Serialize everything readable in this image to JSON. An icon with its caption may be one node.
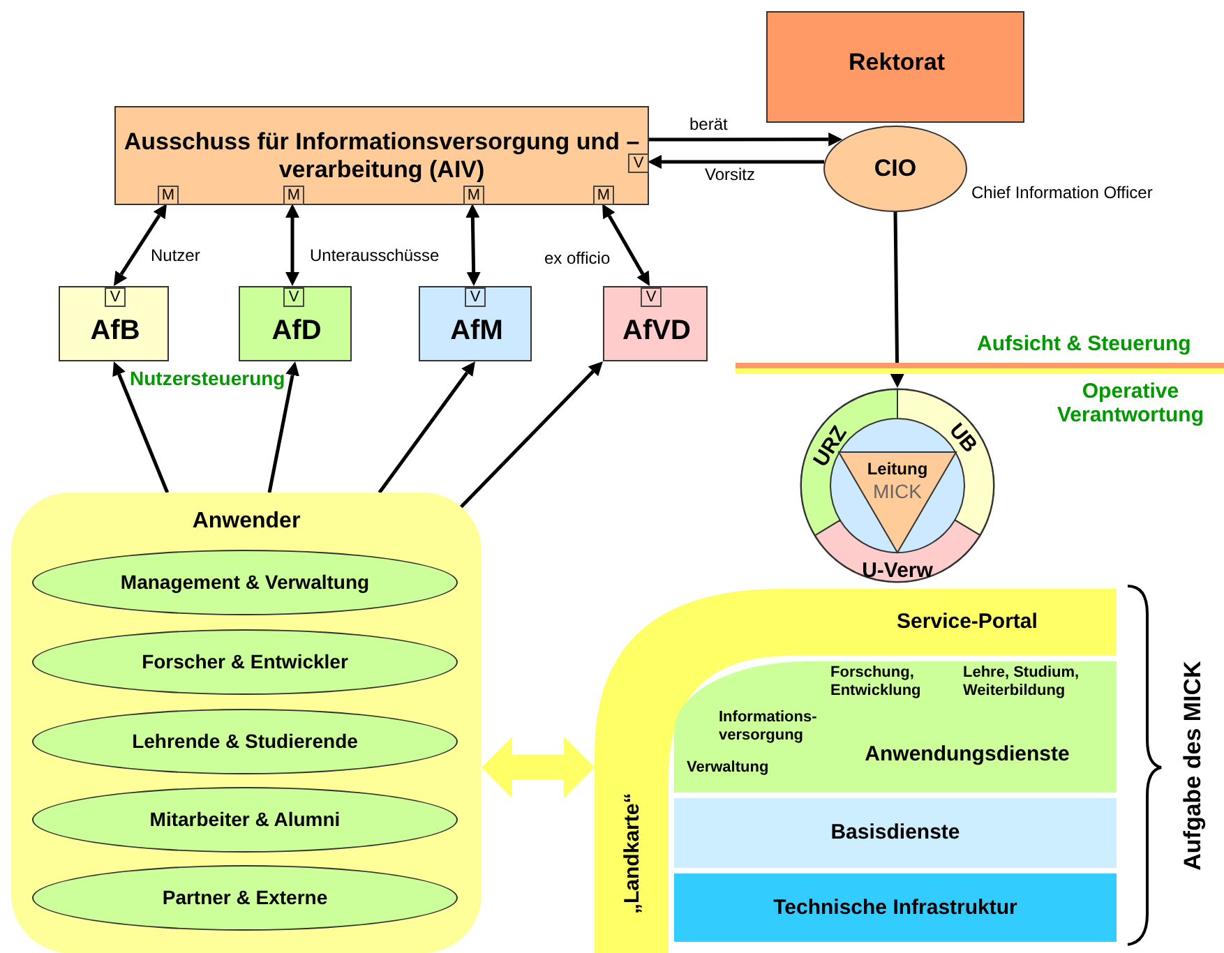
{
  "diagram": {
    "nodes": [
      {
        "text": [
          "Rektorat"
        ]
      },
      {
        "text": [
          "CIO"
        ],
        "beside": [
          "Chief Information Officer"
        ]
      },
      {
        "text": [
          "Ausschuss für Informationsversorgung und –verarbeitung (AIV)"
        ]
      },
      {
        "text": [
          "M"
        ],
        "in": 2
      },
      {
        "text": [
          "M"
        ],
        "in": 2
      },
      {
        "text": [
          "M"
        ],
        "in": 2
      },
      {
        "text": [
          "M"
        ],
        "in": 2
      },
      {
        "text": [
          "V"
        ],
        "in": 2
      },
      {
        "text": [
          "AfB"
        ]
      },
      {
        "text": [
          "V"
        ],
        "in": 8
      },
      {
        "text": [
          "AfD"
        ]
      },
      {
        "text": [
          "V"
        ],
        "in": 10
      },
      {
        "text": [
          "AfM"
        ]
      },
      {
        "text": [
          "V"
        ],
        "in": 12
      },
      {
        "text": [
          "AfVD"
        ]
      },
      {
        "text": [
          "V"
        ],
        "in": 14
      },
      {
        "text": [],
        "shape": "circle"
      },
      {
        "text": [
          "URZ"
        ],
        "in": 16
      },
      {
        "text": [
          "UB"
        ],
        "in": 16
      },
      {
        "text": [
          "U-Verw"
        ],
        "in": 16
      },
      {
        "text": [
          "Leitung",
          "MICK"
        ],
        "in": 16
      },
      {
        "text": [
          "Anwender"
        ]
      },
      {
        "text": [
          "Management & Verwaltung"
        ],
        "in": 21
      },
      {
        "text": [
          "Forscher & Entwickler"
        ],
        "in": 21
      },
      {
        "text": [
          "Lehrende & Studierende"
        ],
        "in": 21
      },
      {
        "text": [
          "Mitarbeiter & Alumni"
        ],
        "in": 21
      },
      {
        "text": [
          "Partner & Externe"
        ],
        "in": 21
      },
      {
        "text": [
          "Service-Portal",
          "„Landkarte“"
        ]
      },
      {
        "text": [
          "Forschung, Entwicklung",
          "Lehre, Studium, Weiterbildung",
          "Informations- versorgung",
          "Anwendungsdienste",
          "Verwaltung"
        ]
      },
      {
        "text": [
          "Basisdienste"
        ]
      },
      {
        "text": [
          "Technische Infrastruktur"
        ]
      }
    ],
    "edges": [
      {
        "from": 2,
        "to": 1,
        "arrow": "to",
        "label": "berät"
      },
      {
        "from": 1,
        "to": 7,
        "arrow": "to",
        "label": "Vorsitz"
      },
      {
        "from": 3,
        "to": 9,
        "arrow": "both",
        "label": "Nutzer"
      },
      {
        "from": 4,
        "to": 11,
        "arrow": "both",
        "label": "Unterausschüsse"
      },
      {
        "from": 5,
        "to": 13,
        "arrow": "both"
      },
      {
        "from": 6,
        "to": 15,
        "arrow": "both",
        "label": "ex officio"
      },
      {
        "from": 21,
        "to": 8,
        "arrow": "to"
      },
      {
        "from": 21,
        "to": 10,
        "arrow": "to"
      },
      {
        "from": 21,
        "to": 12,
        "arrow": "to"
      },
      {
        "from": 21,
        "to": 14,
        "arrow": "to"
      },
      {
        "from": 1,
        "to": 16,
        "arrow": "to"
      },
      {
        "from": 21,
        "to": 27,
        "arrow": "both",
        "style": "thick",
        "color": "#ffff66"
      }
    ],
    "labels": [
      "Nutzersteuerung",
      "Aufsicht & Steuerung",
      "Operative Verantwortung",
      "Aufgabe des MICK"
    ]
  }
}
